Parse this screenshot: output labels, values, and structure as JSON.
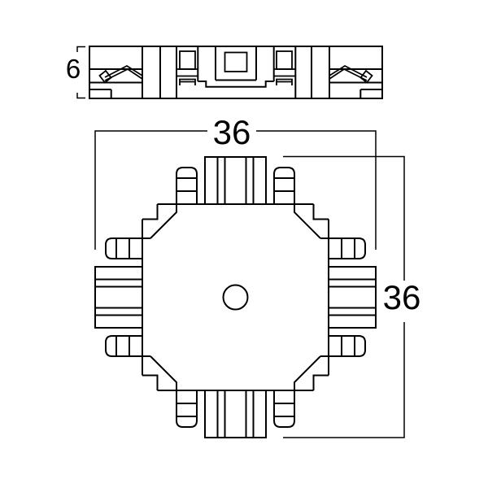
{
  "drawing": {
    "type": "technical-drawing",
    "line_color": "#000000",
    "background": "#ffffff",
    "views": {
      "side_view": {
        "name": "side-section-view",
        "height_label": "6"
      },
      "plan_view": {
        "name": "plan-view",
        "width_label": "36",
        "height_label": "36"
      }
    }
  }
}
